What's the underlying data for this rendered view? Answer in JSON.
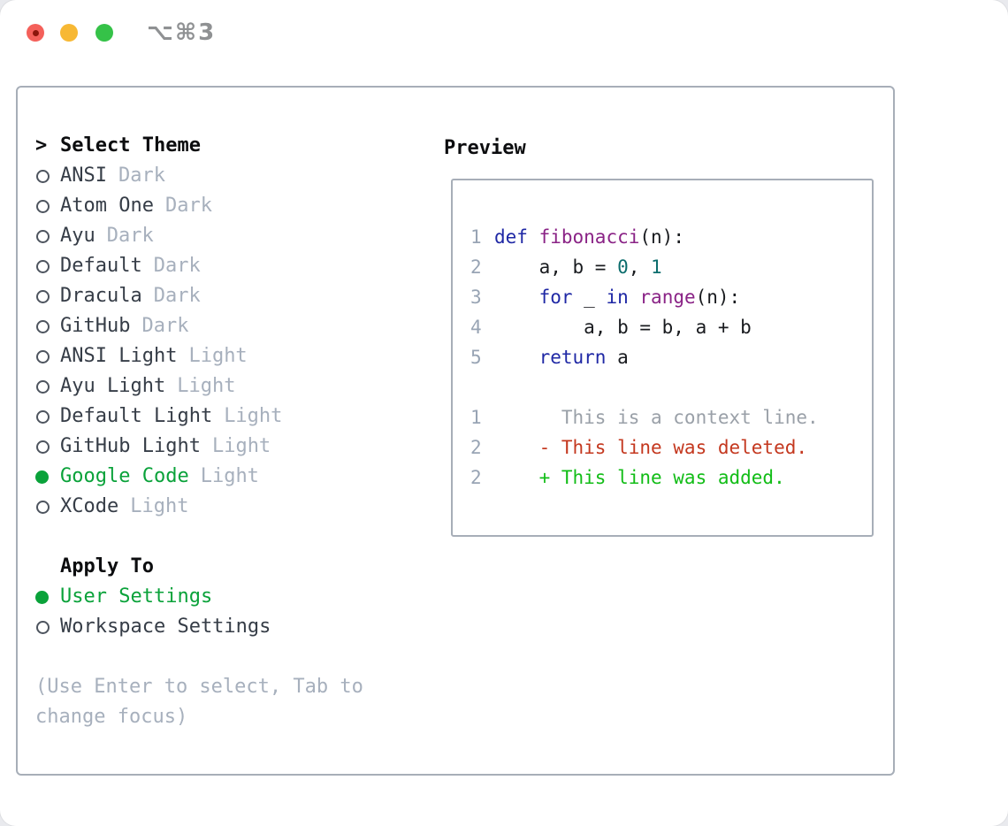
{
  "titlebar": {
    "title": "⌥⌘3"
  },
  "selector": {
    "header_prefix": ">",
    "header_label": "Select Theme",
    "themes": [
      {
        "name": "ANSI",
        "tag": "Dark",
        "selected": false
      },
      {
        "name": "Atom One",
        "tag": "Dark",
        "selected": false
      },
      {
        "name": "Ayu",
        "tag": "Dark",
        "selected": false
      },
      {
        "name": "Default",
        "tag": "Dark",
        "selected": false
      },
      {
        "name": "Dracula",
        "tag": "Dark",
        "selected": false
      },
      {
        "name": "GitHub",
        "tag": "Dark",
        "selected": false
      },
      {
        "name": "ANSI Light",
        "tag": "Light",
        "selected": false
      },
      {
        "name": "Ayu Light",
        "tag": "Light",
        "selected": false
      },
      {
        "name": "Default Light",
        "tag": "Light",
        "selected": false
      },
      {
        "name": "GitHub Light",
        "tag": "Light",
        "selected": false
      },
      {
        "name": "Google Code",
        "tag": "Light",
        "selected": true
      },
      {
        "name": "XCode",
        "tag": "Light",
        "selected": false
      }
    ],
    "apply_to": {
      "label": "Apply To",
      "options": [
        {
          "name": "User Settings",
          "selected": true
        },
        {
          "name": "Workspace Settings",
          "selected": false
        }
      ]
    },
    "hint_lines": [
      "(Use Enter to select, Tab to",
      "change focus)"
    ]
  },
  "preview": {
    "label": "Preview",
    "lines": [
      {
        "num": "1",
        "tokens": [
          {
            "t": "def",
            "c": "kw"
          },
          {
            "t": " ",
            "c": "pl"
          },
          {
            "t": "fibonacci",
            "c": "fn"
          },
          {
            "t": "(n):",
            "c": "pl"
          }
        ]
      },
      {
        "num": "2",
        "tokens": [
          {
            "t": "    a, b = ",
            "c": "pl"
          },
          {
            "t": "0",
            "c": "num"
          },
          {
            "t": ", ",
            "c": "pl"
          },
          {
            "t": "1",
            "c": "num"
          }
        ]
      },
      {
        "num": "3",
        "tokens": [
          {
            "t": "    ",
            "c": "pl"
          },
          {
            "t": "for",
            "c": "kw"
          },
          {
            "t": " _ ",
            "c": "pl"
          },
          {
            "t": "in",
            "c": "kw"
          },
          {
            "t": " ",
            "c": "pl"
          },
          {
            "t": "range",
            "c": "fn"
          },
          {
            "t": "(n):",
            "c": "pl"
          }
        ]
      },
      {
        "num": "4",
        "tokens": [
          {
            "t": "        a, b = b, a + b",
            "c": "pl"
          }
        ]
      },
      {
        "num": "5",
        "tokens": [
          {
            "t": "    ",
            "c": "pl"
          },
          {
            "t": "return",
            "c": "kw"
          },
          {
            "t": " a",
            "c": "pl"
          }
        ]
      },
      {
        "num": "",
        "tokens": []
      },
      {
        "num": "1",
        "tokens": [
          {
            "t": "      This is a context line.",
            "c": "ctx"
          }
        ]
      },
      {
        "num": "2",
        "tokens": [
          {
            "t": "    - This line was deleted.",
            "c": "del"
          }
        ]
      },
      {
        "num": "2",
        "tokens": [
          {
            "t": "    + This line was added.",
            "c": "add"
          }
        ]
      }
    ]
  },
  "colors": {
    "green": "#0aa23a",
    "muted": "#a7b0bd",
    "border": "#a7aeb8",
    "lnum": "#98a4b4",
    "kw": "#1f28a5",
    "fn": "#8a2386",
    "numc": "#0c6d6d",
    "ctx": "#9aa0a8",
    "del": "#c4381f",
    "add": "#12bd17",
    "light_red": "#f4605a",
    "light_red_dot": "#8c150b",
    "light_yellow": "#f7b834",
    "light_green": "#35c248"
  }
}
